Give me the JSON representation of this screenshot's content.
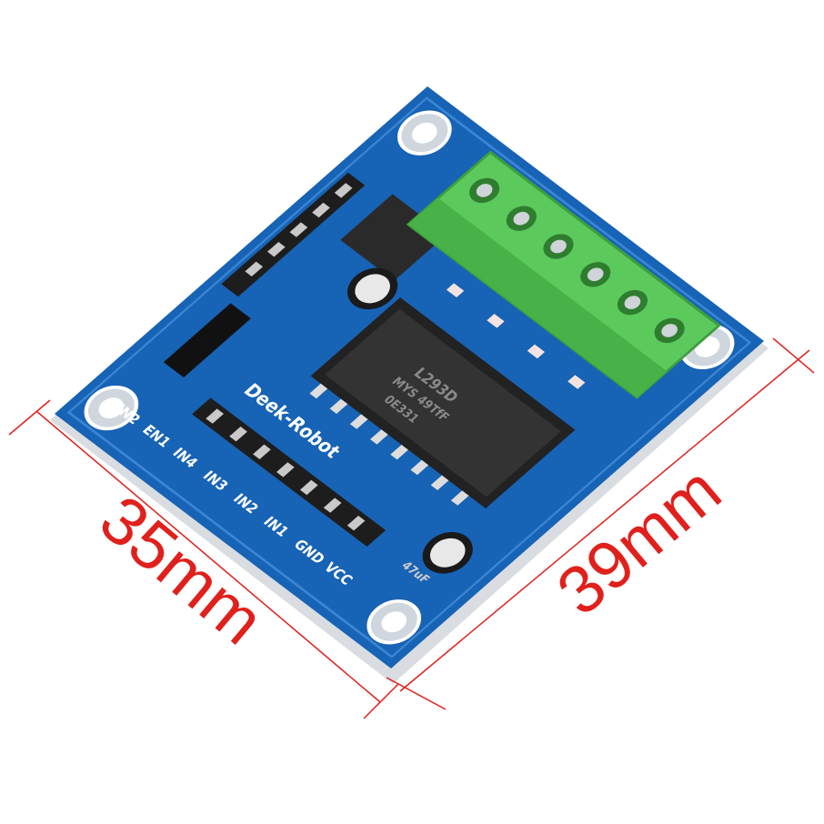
{
  "dimensions": {
    "width_label": "35mm",
    "height_label": "39mm",
    "line_color": "#e0201c"
  },
  "board": {
    "color": "#1565b8",
    "brand_text": "Deek-Robot",
    "pin_labels": [
      "EN2",
      "EN1",
      "IN4",
      "IN3",
      "IN2",
      "IN1",
      "GND",
      "VCC"
    ],
    "ic_marking": [
      "L293D",
      "MYS 49TfF",
      "0E331"
    ],
    "capacitor_marking": "47uF",
    "terminal_color": "#5cc95c"
  }
}
